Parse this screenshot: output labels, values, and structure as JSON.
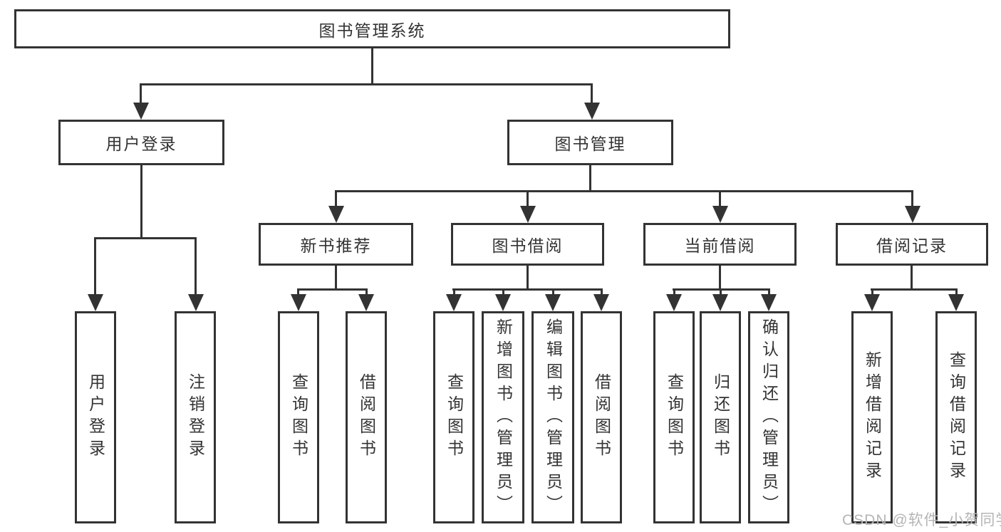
{
  "colors": {
    "line": "#333333",
    "text": "#333333",
    "box_background": "#ffffff",
    "watermark": "#b5b5b5"
  },
  "watermark": {
    "text": "CSDN @软件_小贺同学"
  },
  "tree": {
    "root": {
      "label": "图书管理系统"
    },
    "level2": [
      {
        "label": "用户登录"
      },
      {
        "label": "图书管理"
      }
    ],
    "level3": [
      {
        "label": "新书推荐"
      },
      {
        "label": "图书借阅"
      },
      {
        "label": "当前借阅"
      },
      {
        "label": "借阅记录"
      }
    ],
    "leaves": [
      {
        "label": "用户登录",
        "parent": "用户登录"
      },
      {
        "label": "注销登录",
        "parent": "用户登录"
      },
      {
        "label": "查询图书",
        "parent": "新书推荐"
      },
      {
        "label": "借阅图书",
        "parent": "新书推荐"
      },
      {
        "label": "查询图书",
        "parent": "图书借阅"
      },
      {
        "label": "新增图书（管理员）",
        "parent": "图书借阅"
      },
      {
        "label": "编辑图书（管理员）",
        "parent": "图书借阅"
      },
      {
        "label": "借阅图书",
        "parent": "图书借阅"
      },
      {
        "label": "查询图书",
        "parent": "当前借阅"
      },
      {
        "label": "归还图书",
        "parent": "当前借阅"
      },
      {
        "label": "确认归还（管理员）",
        "parent": "当前借阅"
      },
      {
        "label": "新增借阅记录",
        "parent": "借阅记录"
      },
      {
        "label": "查询借阅记录",
        "parent": "借阅记录"
      }
    ]
  }
}
